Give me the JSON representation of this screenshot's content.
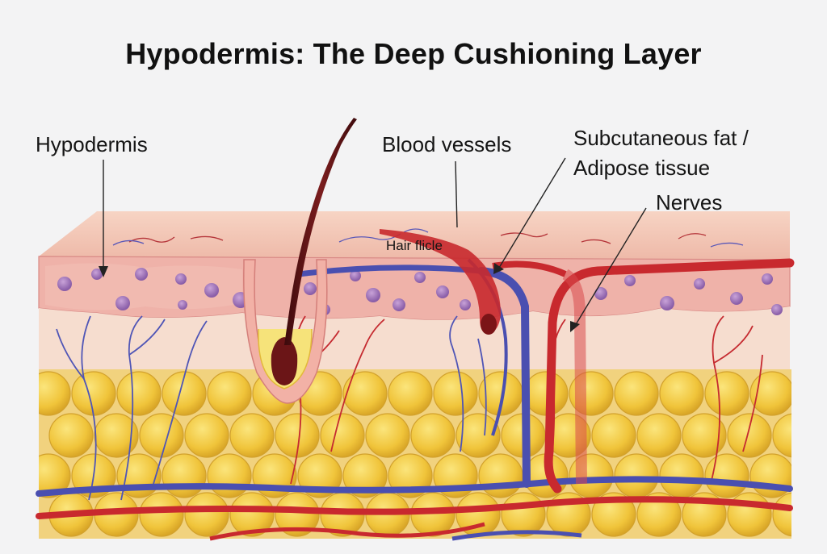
{
  "title": "Hypodermis: The Deep Cushioning Layer",
  "labels": {
    "hypodermis": "Hypodermis",
    "blood_vessels": "Blood vessels",
    "subcutaneous_line1": "Subcutaneous fat /",
    "subcutaneous_line2": "Adipose tissue",
    "nerves": "Nerves",
    "hair_follicle": "Hair flicle"
  },
  "colors": {
    "background": "#f3f3f4",
    "skin_surface": "#f0c3b4",
    "dermis": "#efb0a8",
    "dermis_cells": "#9b6fb6",
    "deep_layer": "#f6dccd",
    "adipocyte": "#f2c940",
    "vein": "#4a4fb0",
    "artery": "#c8292e",
    "hair": "#5e1416"
  }
}
